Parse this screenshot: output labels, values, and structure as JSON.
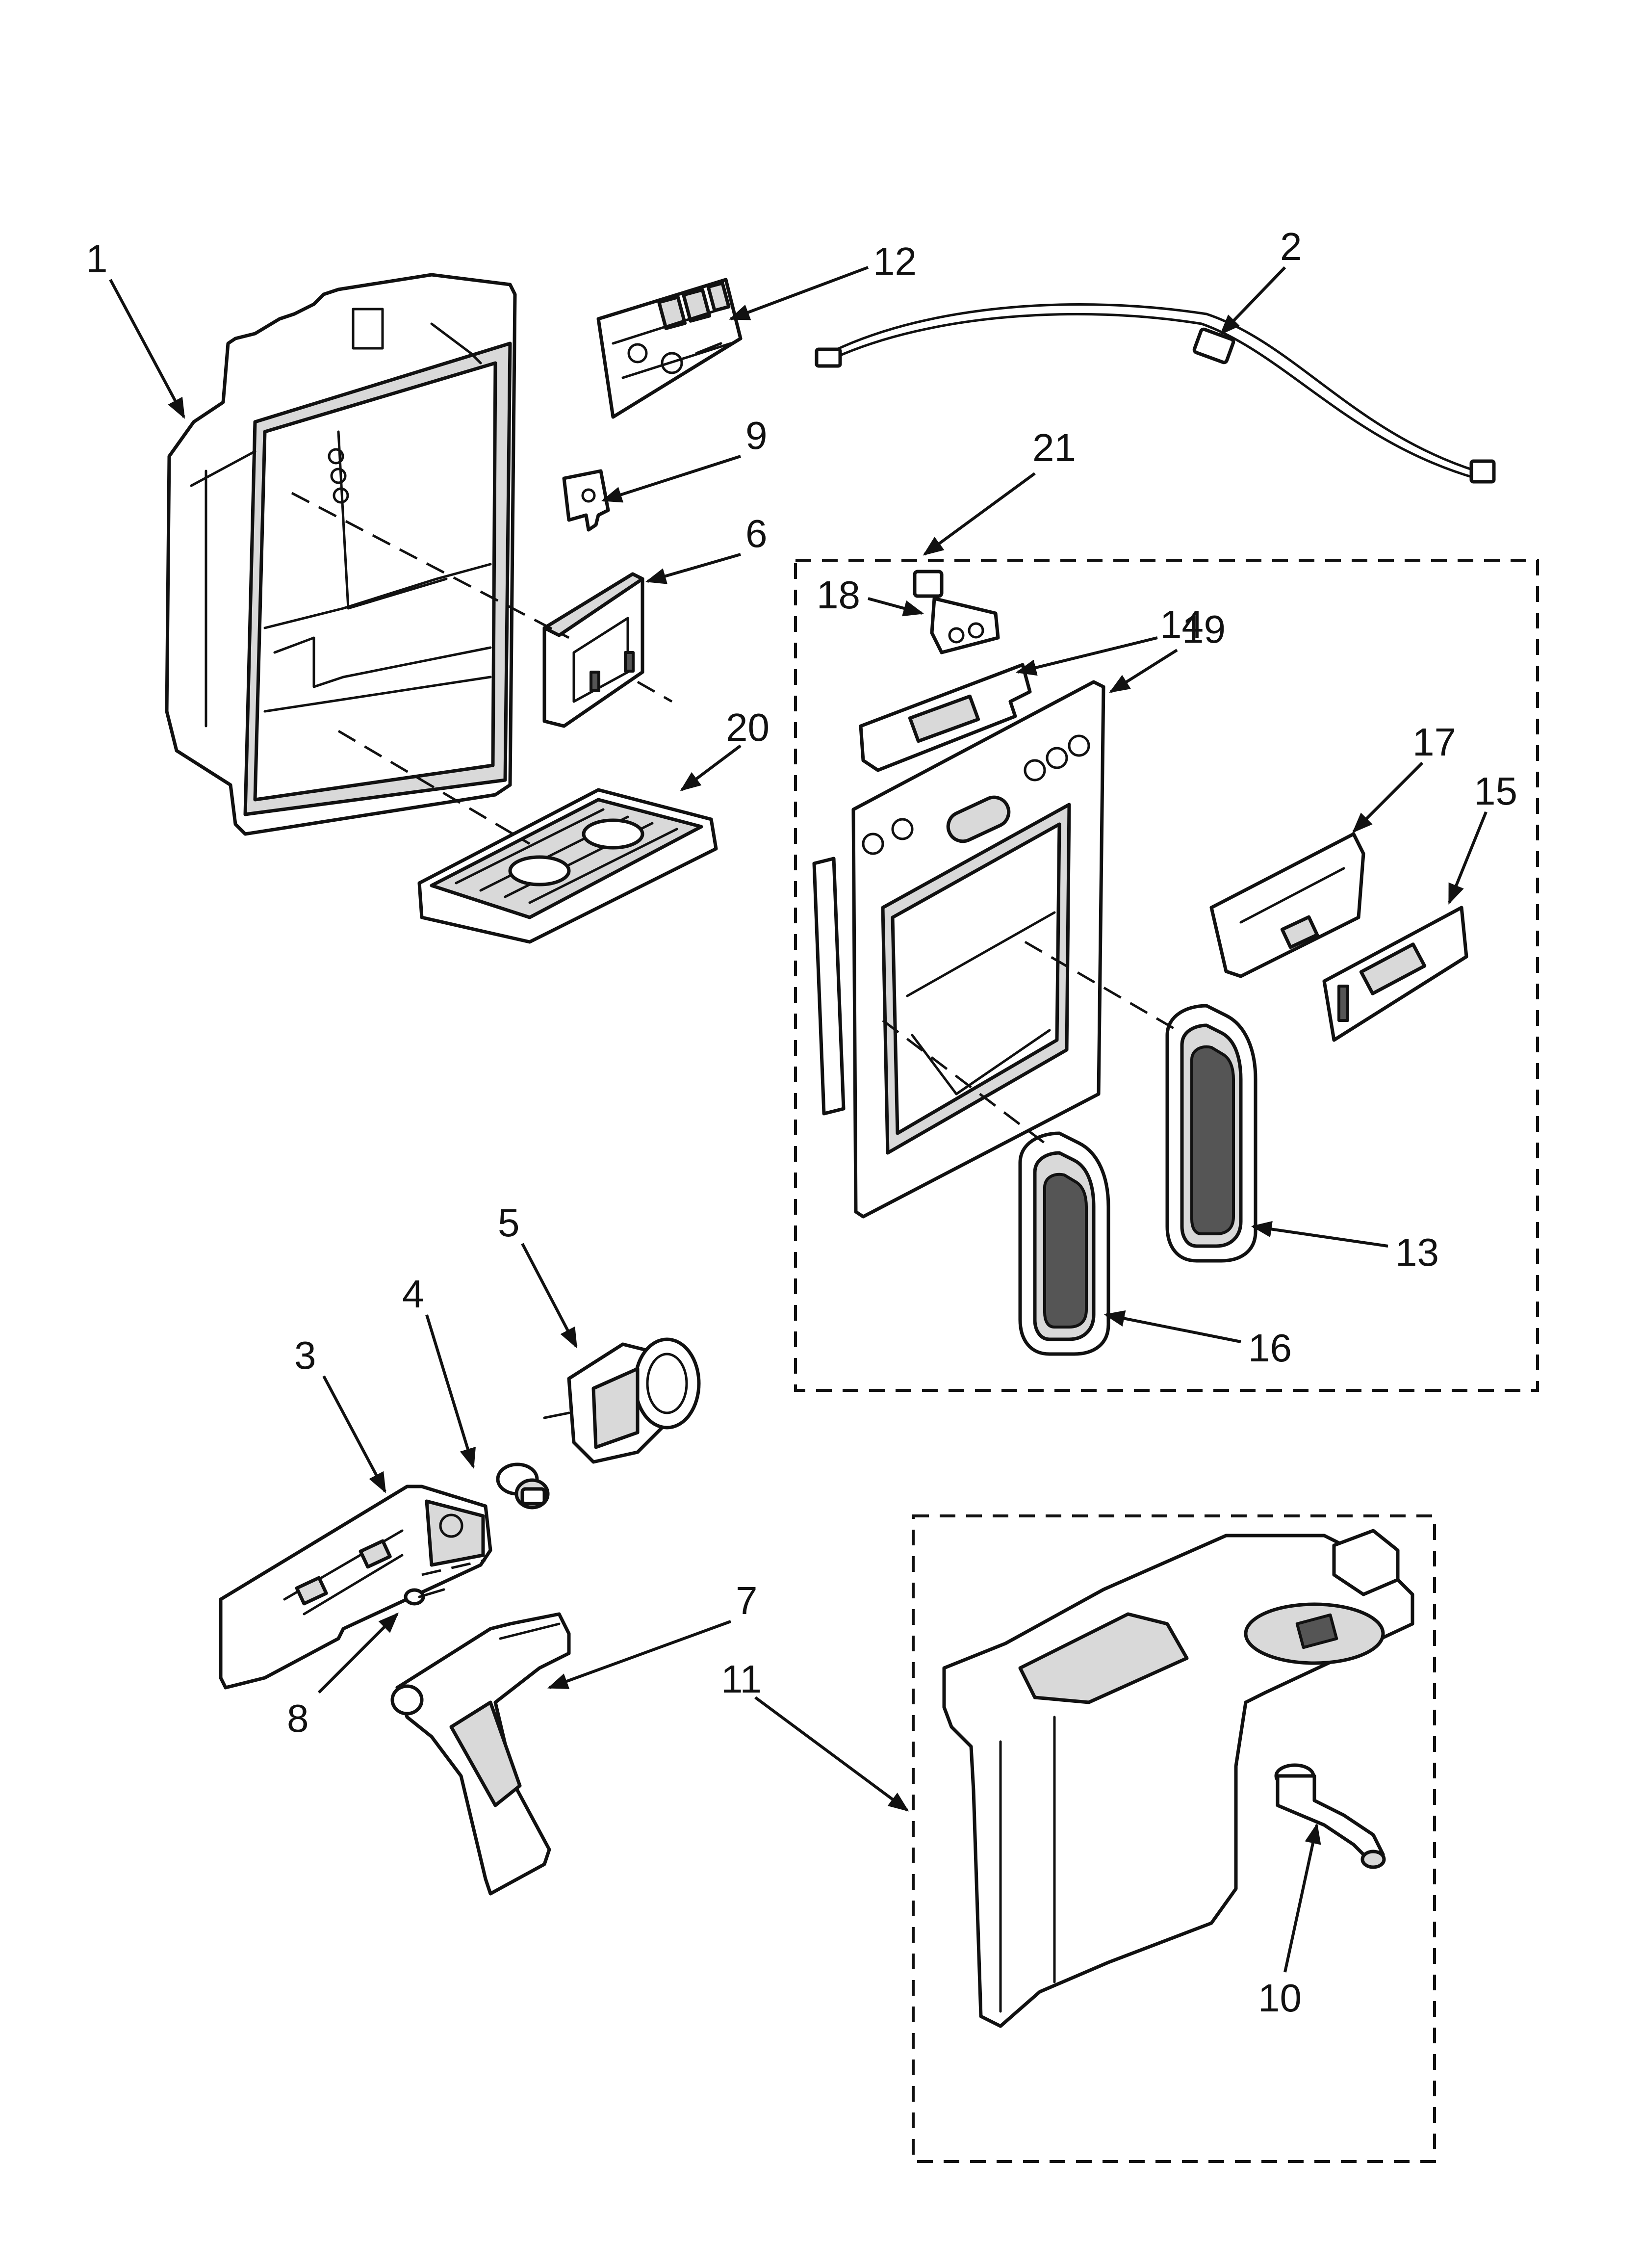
{
  "diagram": {
    "type": "exploded-parts-diagram",
    "colors": {
      "line": "#111111",
      "background": "#ffffff",
      "shade": "#d9d9d9"
    },
    "callouts": [
      {
        "id": "1",
        "label": "1"
      },
      {
        "id": "2",
        "label": "2"
      },
      {
        "id": "3",
        "label": "3"
      },
      {
        "id": "4",
        "label": "4"
      },
      {
        "id": "5",
        "label": "5"
      },
      {
        "id": "6",
        "label": "6"
      },
      {
        "id": "7",
        "label": "7"
      },
      {
        "id": "8",
        "label": "8"
      },
      {
        "id": "9",
        "label": "9"
      },
      {
        "id": "10",
        "label": "10"
      },
      {
        "id": "11",
        "label": "11"
      },
      {
        "id": "12",
        "label": "12"
      },
      {
        "id": "13",
        "label": "13"
      },
      {
        "id": "14",
        "label": "14"
      },
      {
        "id": "15",
        "label": "15"
      },
      {
        "id": "16",
        "label": "16"
      },
      {
        "id": "17",
        "label": "17"
      },
      {
        "id": "18",
        "label": "18"
      },
      {
        "id": "19",
        "label": "19"
      },
      {
        "id": "20",
        "label": "20"
      },
      {
        "id": "21",
        "label": "21"
      }
    ]
  }
}
